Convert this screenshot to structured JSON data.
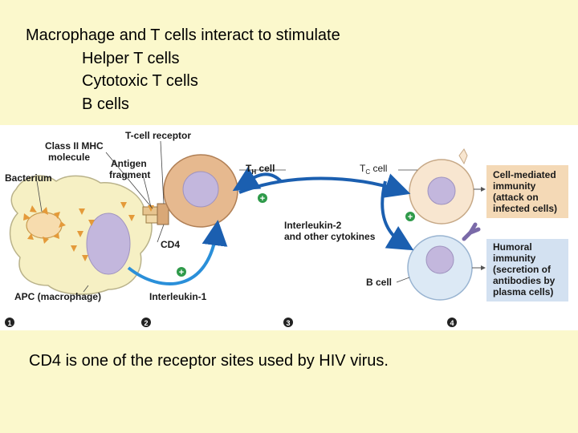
{
  "heading": {
    "line1": "Macrophage and T cells interact to stimulate",
    "line2": "Helper T cells",
    "line3": "Cytotoxic T cells",
    "line4": "B cells"
  },
  "diagram": {
    "labels": {
      "t_cell_receptor": "T-cell receptor",
      "class_mhc_1": "Class II MHC",
      "class_mhc_2": "molecule",
      "antigen_1": "Antigen",
      "antigen_2": "fragment",
      "bacterium": "Bacterium",
      "th_cell_T": "T",
      "th_cell_sub": "H",
      "th_cell_rest": " cell",
      "tc_cell_T": "T",
      "tc_cell_sub": "C",
      "tc_cell_rest": " cell",
      "interleukin2_1": "Interleukin-2",
      "interleukin2_2": "and other cytokines",
      "cd4": "CD4",
      "apc": "APC (macrophage)",
      "interleukin1": "Interleukin-1",
      "b_cell": "B cell",
      "plus": "+"
    },
    "boxes": {
      "cell_mediated": [
        "Cell-mediated",
        "immunity",
        "(attack on",
        "infected cells)"
      ],
      "humoral": [
        "Humoral",
        "immunity",
        "(secretion of",
        "antibodies by",
        "plasma cells)"
      ]
    },
    "steps": [
      "1",
      "2",
      "3",
      "4"
    ],
    "colors": {
      "macrophage": "#f6f0c4",
      "th_cell": "#e6b98f",
      "tc_cell": "#f8e6d0",
      "b_cell": "#dce9f5",
      "nucleus": "#c3b7dd",
      "arrow": "#1b5fb0",
      "box_cell_mediated": "#f4d9b6",
      "box_humoral": "#d3e1f1"
    }
  },
  "caption": "CD4 is one of the receptor sites used by HIV virus."
}
